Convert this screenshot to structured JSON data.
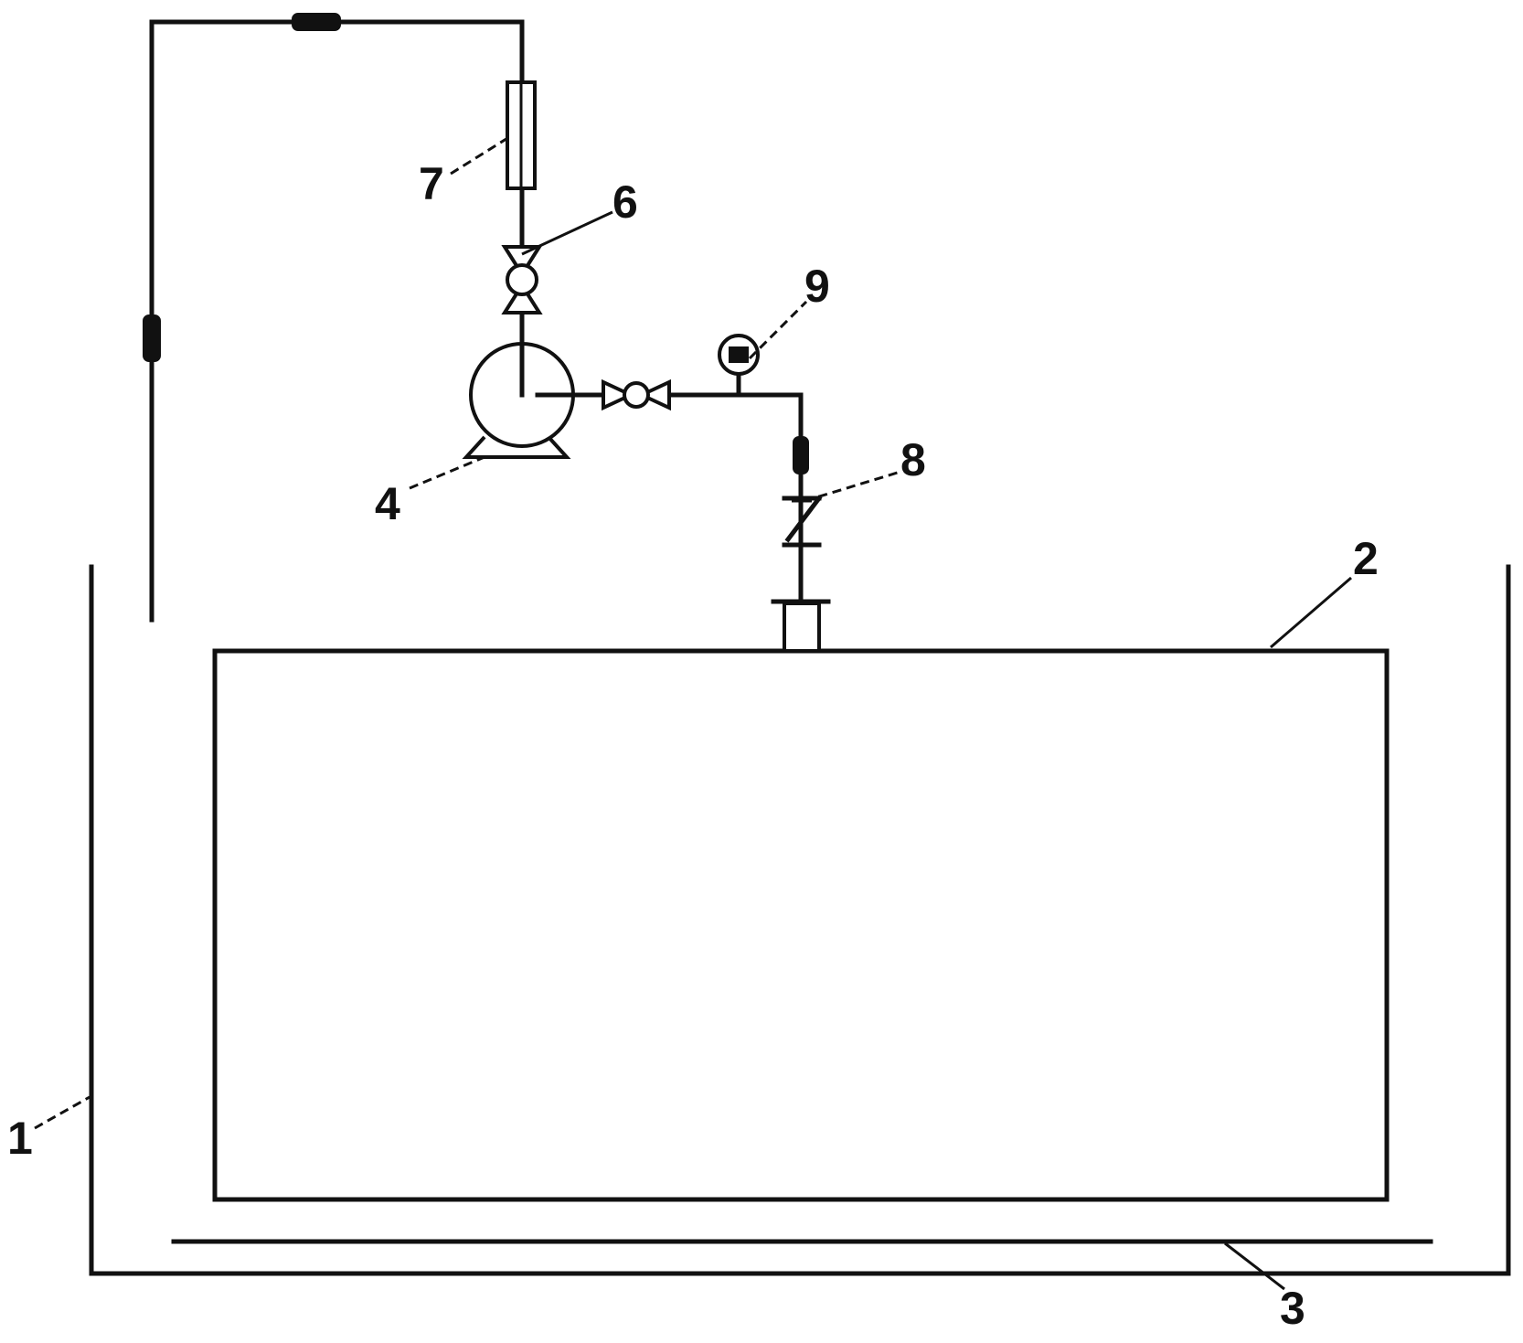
{
  "labels": {
    "tank": "1",
    "vessel": "2",
    "plate": "3",
    "pump": "4",
    "valve_vertical": "6",
    "flowmeter": "7",
    "check_valve": "8",
    "gauge": "9"
  }
}
